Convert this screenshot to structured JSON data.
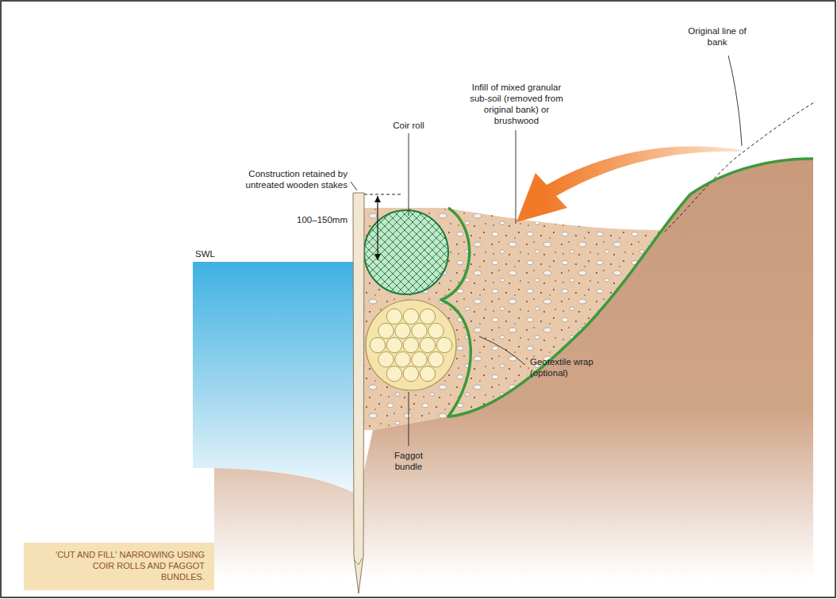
{
  "diagram": {
    "caption": "'CUT AND FILL' NARROWING USING COIR ROLLS AND FAGGOT BUNDLES.",
    "labels": [
      "Original line of bank",
      "Coir roll",
      "Infill of mixed granular sub-soil (removed from original bank) or brushwood",
      "Construction retained by untreated wooden stakes",
      "100–150mm",
      "SWL",
      "Geotextile wrap (optional)",
      "Faggot bundle"
    ]
  }
}
